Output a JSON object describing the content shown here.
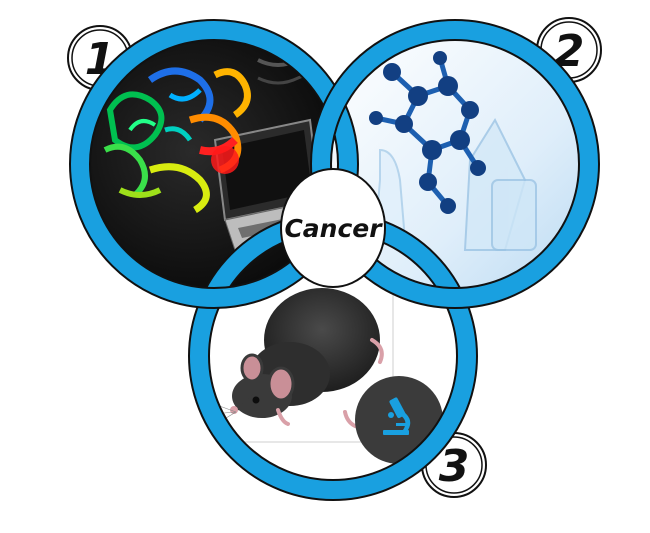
{
  "center": {
    "label": "Cancer"
  },
  "circles": [
    {
      "number": "1",
      "image_icon": "protein-structure-computer-image"
    },
    {
      "number": "2",
      "image_icon": "molecule-lab-glassware-image"
    },
    {
      "number": "3",
      "image_icon": "mouse-image",
      "badge_icon": "microscope-icon"
    }
  ],
  "colors": {
    "ring": "#19a0e0",
    "ring_outline": "#111111",
    "badge_bg": "#3b3b3b",
    "badge_icon": "#19a0e0"
  }
}
